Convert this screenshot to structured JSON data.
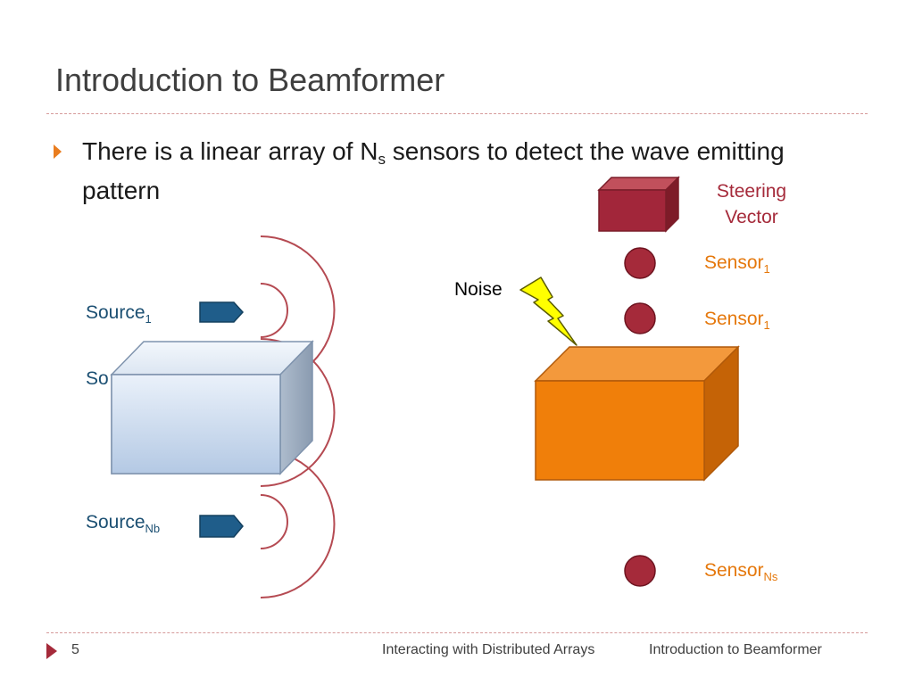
{
  "title": "Introduction to Beamformer",
  "bullet": {
    "text_before": "There is a linear array of N",
    "subscript": "s",
    "text_after": " sensors to detect the wave emitting pattern"
  },
  "diagram": {
    "sources": [
      {
        "name": "Source",
        "sub": "1"
      },
      {
        "name": "So",
        "sub": ""
      },
      {
        "name": "Source",
        "sub": "Nb"
      }
    ],
    "sensors": [
      {
        "name": "Sensor",
        "sub": "1"
      },
      {
        "name": "Sensor",
        "sub": "1"
      },
      {
        "name": "Sensor",
        "sub": "Ns"
      }
    ],
    "steering_vector": {
      "line1": "Steering",
      "line2": "Vector"
    },
    "noise": "Noise"
  },
  "footer": {
    "page": "5",
    "left": "Interacting with Distributed Arrays",
    "right": "Introduction to Beamformer"
  },
  "colors": {
    "title": "#3f3f3f",
    "divider": "#d69a9a",
    "bullet_arrow": "#e97d1f",
    "source_text": "#1b4f72",
    "source_arrow": "#1f5d8a",
    "wave": "#b54a52",
    "sensor_dot": "#a52a3a",
    "sensor_text": "#e5780c",
    "steering": "#a52a3a",
    "processor_box": "#f07f0a",
    "source_box": "#c6d9f0",
    "noise_bolt": "#ffff00"
  },
  "icons": {
    "bullet": "triangle-right",
    "noise": "lightning-bolt",
    "source": "pentagon-arrow"
  }
}
